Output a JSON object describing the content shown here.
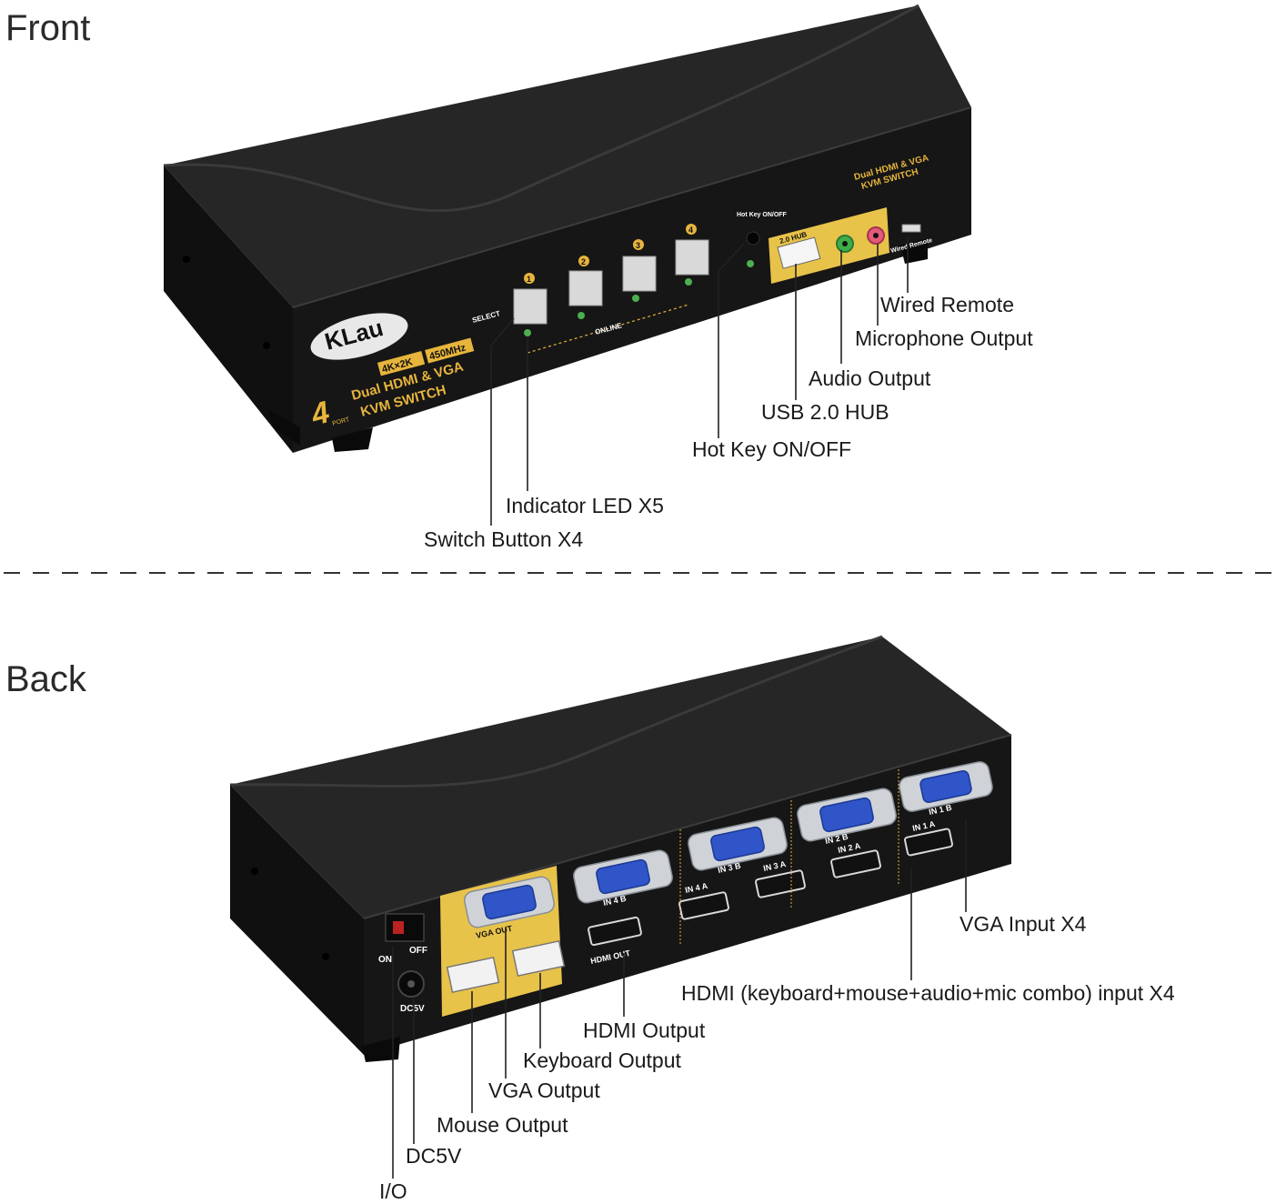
{
  "sections": {
    "front_title": "Front",
    "back_title": "Back"
  },
  "front": {
    "device_labels": {
      "brand": "KLau",
      "spec_badges": [
        "4K×2K",
        "450MHz"
      ],
      "product_line1": "Dual HDMI & VGA",
      "product_line2": "KVM SWITCH",
      "port_count": "4",
      "port_word": "PORT",
      "top_label1": "Dual HDMI & VGA",
      "top_label2": "KVM SWITCH",
      "select": "SELECT",
      "online": "ONLINE",
      "hotkey": "Hot Key ON/OFF",
      "usb_hub": "2.0 HUB",
      "wired_remote": "Wired Remote",
      "button_numbers": [
        "1",
        "2",
        "3",
        "4"
      ]
    },
    "callouts": {
      "wired_remote": "Wired Remote",
      "microphone": "Microphone Output",
      "audio": "Audio Output",
      "usb_hub": "USB 2.0 HUB",
      "hotkey": "Hot Key ON/OFF",
      "indicator": "Indicator LED X5",
      "switch_button": "Switch Button X4"
    }
  },
  "back": {
    "device_labels": {
      "on": "ON",
      "off": "OFF",
      "dc5v": "DC5V",
      "vga_out": "VGA OUT",
      "hdmi_out": "HDMI OUT",
      "in1b": "IN 1 B",
      "in1a": "IN 1 A",
      "in2b": "IN 2 B",
      "in2a": "IN 2 A",
      "in3b": "IN 3 B",
      "in3a": "IN 3 A",
      "in4b": "IN 4 B",
      "in4a": "IN 4 A"
    },
    "callouts": {
      "vga_input": "VGA Input X4",
      "hdmi_input": "HDMI (keyboard+mouse+audio+mic combo) input X4",
      "hdmi_output": "HDMI Output",
      "keyboard_output": "Keyboard Output",
      "vga_output": "VGA Output",
      "mouse_output": "Mouse Output",
      "dc5v": "DC5V",
      "io": "I/O"
    }
  },
  "colors": {
    "device_body": "#161616",
    "device_top": "#222222",
    "gold_panel": "#e8c34a",
    "gold_text": "#e7b53c",
    "vga_blue": "#2f55c8",
    "audio_green": "#3fae49",
    "mic_pink": "#e35a7a",
    "led_green": "#4caf50"
  }
}
